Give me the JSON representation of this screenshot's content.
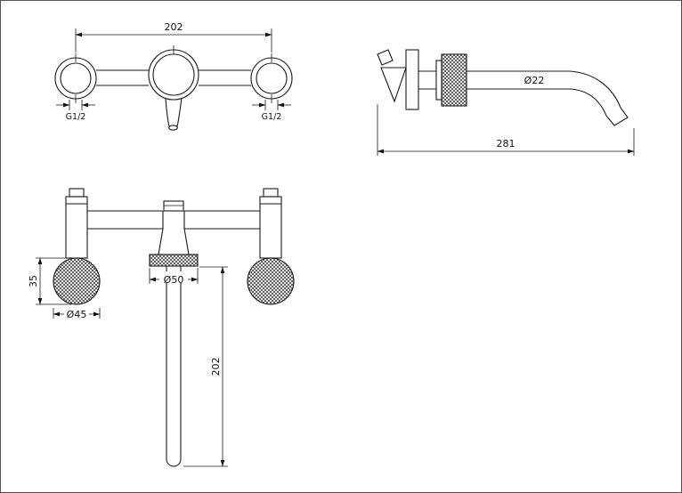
{
  "page": {
    "background_color": "#ffffff",
    "line_color": "#1a1a1a"
  },
  "views": {
    "front": {
      "dim_width": "202",
      "thread_left": "G1/2",
      "thread_right": "G1/2"
    },
    "side": {
      "dim_spout_diameter": "Ø22",
      "dim_reach": "281"
    },
    "plan": {
      "dim_trim_height": "35",
      "dim_trim_diameter": "Ø45",
      "dim_flange_diameter": "Ø50",
      "dim_drop_length": "202"
    }
  }
}
